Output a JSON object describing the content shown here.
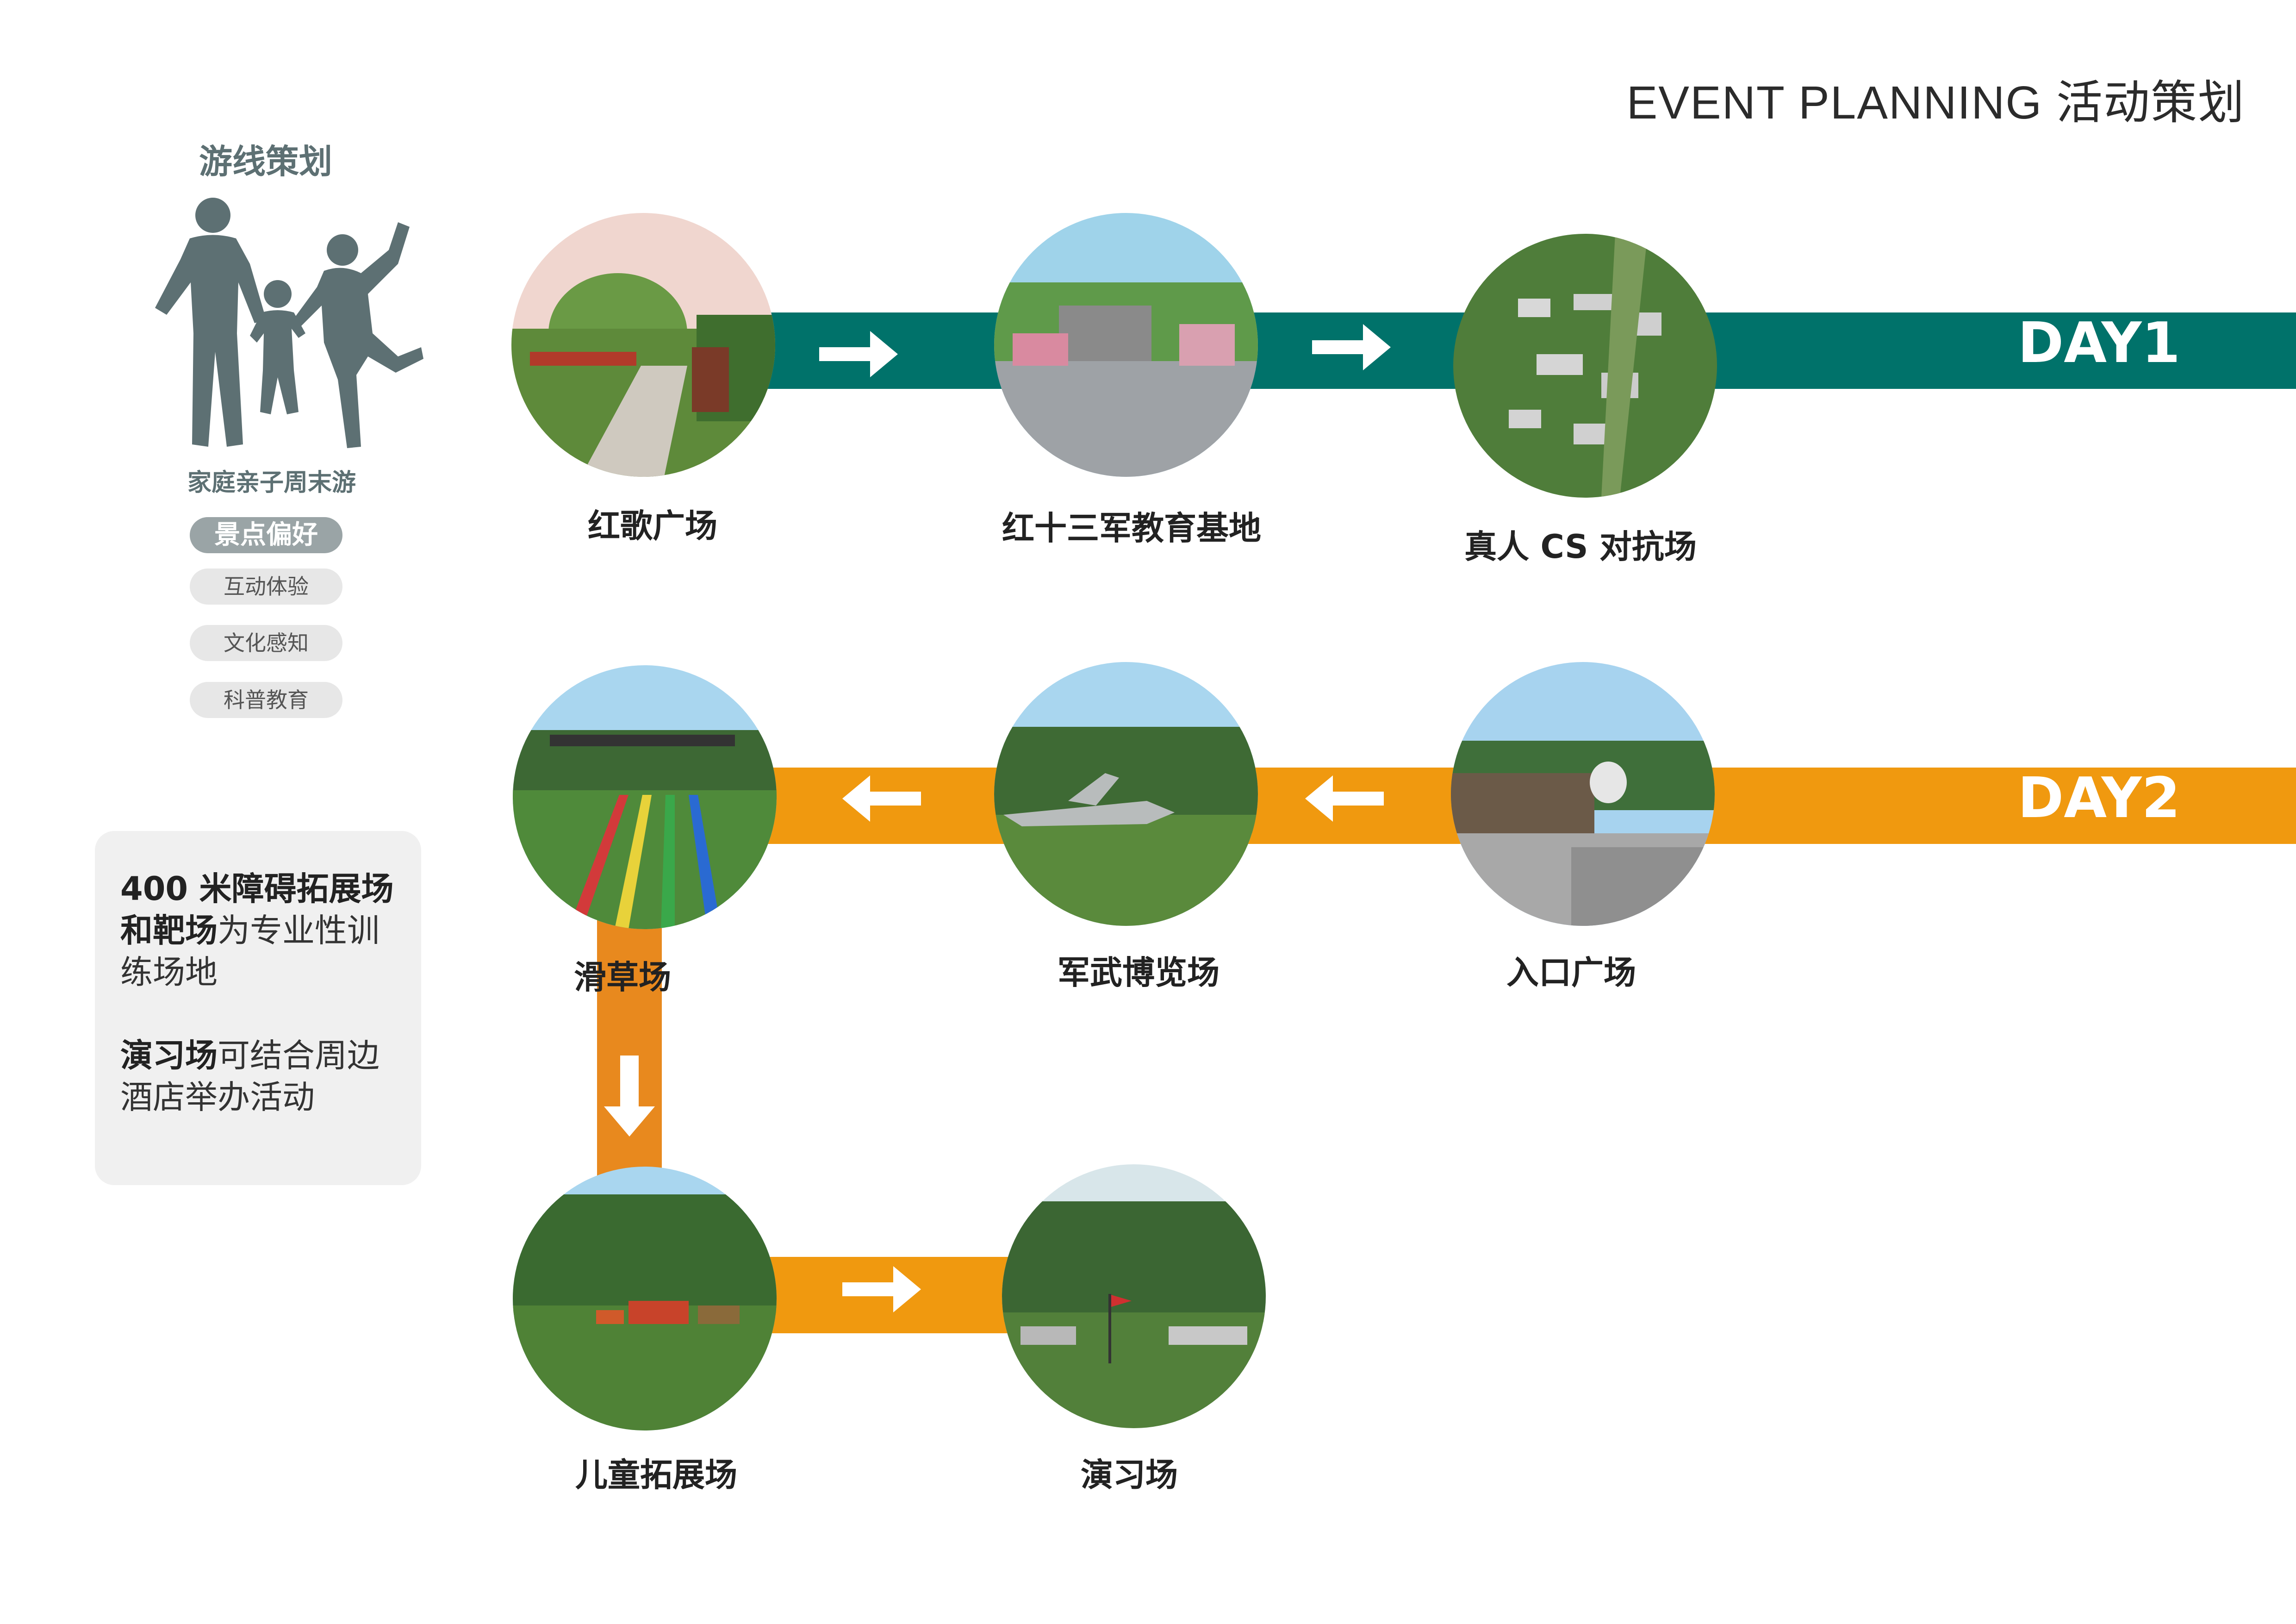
{
  "header": {
    "title": "EVENT PLANNING 活动策划"
  },
  "sidebar": {
    "title": "游线策划",
    "family_label": "家庭亲子周末游",
    "tags": [
      "景点偏好",
      "互动体验",
      "文化感知",
      "科普教育"
    ]
  },
  "routes": {
    "day1": {
      "label": "DAY1",
      "stops": [
        "红歌广场",
        "红十三军教育基地",
        "真人 CS 对抗场"
      ]
    },
    "day2": {
      "label": "DAY2",
      "stops": [
        "入口广场",
        "军武博览场",
        "滑草场",
        "儿童拓展场",
        "演习场"
      ]
    }
  },
  "note": {
    "p1_bold": "400 米障碍拓展场和靶场",
    "p1_rest": "为专业性训练场地",
    "p2_bold": "演习场",
    "p2_rest": "可结合周边酒店举办活动"
  },
  "colors": {
    "day1_band": "#00726a",
    "day2_band": "#f0990f",
    "vertical_band": "#e8891e",
    "silhouette": "#5d7073"
  },
  "icons": [
    "family-silhouette-icon",
    "arrow-right-icon",
    "arrow-left-icon",
    "arrow-down-icon"
  ]
}
